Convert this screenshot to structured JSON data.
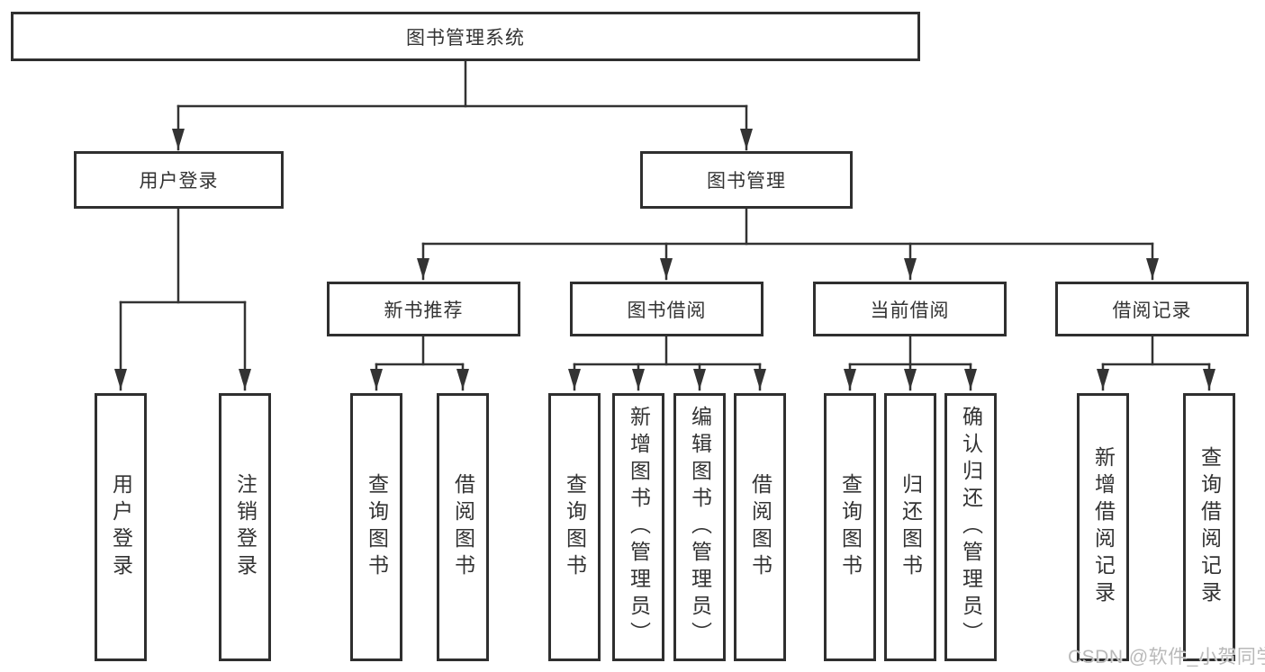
{
  "diagram": {
    "title": "图书管理系统",
    "watermark": "CSDN @软件_小贺同学",
    "level2": {
      "user_login": "用户登录",
      "book_management": "图书管理"
    },
    "level3": {
      "new_book_recommend": "新书推荐",
      "book_borrow": "图书借阅",
      "current_borrow": "当前借阅",
      "borrow_records": "借阅记录"
    },
    "leaves": {
      "user_login": [
        "用户登录",
        "注销登录"
      ],
      "new_book_recommend": [
        "查询图书",
        "借阅图书"
      ],
      "book_borrow": [
        "查询图书",
        "新增图书（管理员）",
        "编辑图书（管理员）",
        "借阅图书"
      ],
      "current_borrow": [
        "查询图书",
        "归还图书",
        "确认归还（管理员）"
      ],
      "borrow_records": [
        "新增借阅记录",
        "查询借阅记录"
      ]
    },
    "colors": {
      "line": "#333333",
      "border": "#2f2f2f",
      "text": "#333333",
      "watermark": "#b9b9b9",
      "background": "#ffffff"
    }
  }
}
